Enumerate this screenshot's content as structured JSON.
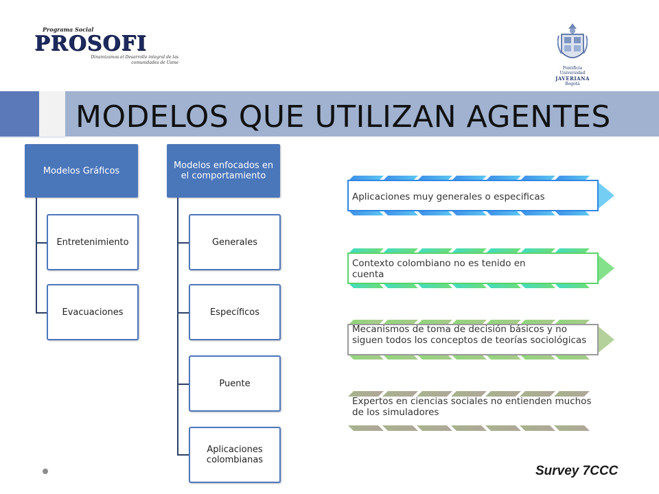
{
  "header": {
    "prosofi_tagline": "Programa Social",
    "prosofi_name": "PROSOFI",
    "prosofi_desc": "Dinamizamos el Desarrollo integral de las comunidades de Usme",
    "javeriana_line1": "Pontificia Universidad",
    "javeriana_name": "JAVERIANA",
    "javeriana_city": "Bogotá"
  },
  "title": "MODELOS QUE UTILIZAN AGENTES",
  "hierarchy": {
    "graficos": {
      "label": "Modelos Gráficos",
      "children": [
        "Entretenimiento",
        "Evacuaciones"
      ]
    },
    "comportamiento": {
      "label": "Modelos enfocados en el comportamiento",
      "children": [
        "Generales",
        "Específicos",
        "Puente",
        "Aplicaciones colombianas"
      ]
    }
  },
  "points": [
    {
      "text": "Aplicaciones muy generales o especificas",
      "color_a": "#3d8de8",
      "color_b": "#5cc6f2",
      "border": "#2f86e2"
    },
    {
      "text": "Contexto colombiano no es tenido en cuenta",
      "color_a": "#3fdcc6",
      "color_b": "#6fdc77",
      "border": "#59d36a"
    },
    {
      "text": "Mecanismos de toma de decisión básicos y no siguen todos los conceptos de teorías sociológicas",
      "color_a": "#8fd77a",
      "color_b": "#a8c98a",
      "border": "#9a9a9a"
    },
    {
      "text": "Expertos en ciencias sociales no entienden muchos de los simuladores",
      "color_a": "#a7b48d",
      "color_b": "#b0a59a",
      "border": "#b0a59a"
    }
  ],
  "footer": "Survey 7CCC"
}
